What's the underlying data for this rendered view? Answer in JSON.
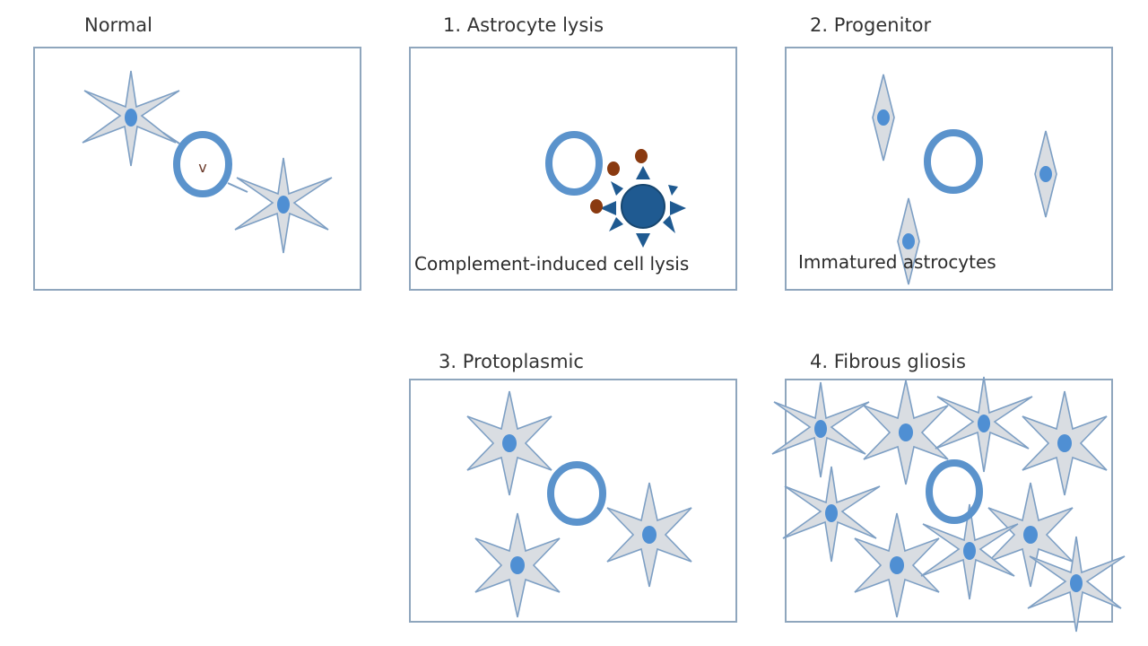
{
  "panels": {
    "normal": {
      "title": "Normal",
      "vessel_label": "v"
    },
    "lysis": {
      "title": "1. Astrocyte lysis",
      "caption": "Complement-induced cell lysis"
    },
    "progenitor": {
      "title": "2. Progenitor",
      "caption": "Immatured astrocytes"
    },
    "protoplasmic": {
      "title": "3. Protoplasmic"
    },
    "fibrous": {
      "title": "4. Fibrous gliosis"
    }
  },
  "colors": {
    "vessel": "#5b93cc",
    "cell_fill": "#d9dde2",
    "cell_stroke": "#7d9fc4",
    "nucleus": "#4f8fd3",
    "lysed_cell": "#1f5a91",
    "complement": "#8a3a10",
    "frame": "#8fa6bd"
  }
}
